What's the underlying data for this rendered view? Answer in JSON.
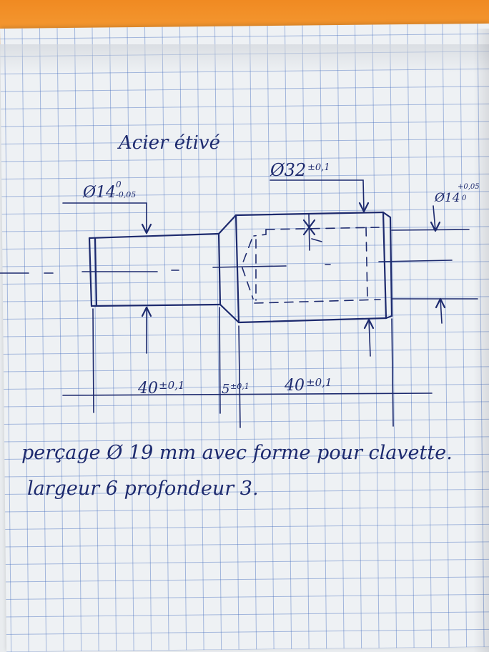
{
  "drawing": {
    "material": "Acier étivé",
    "dim_dia_left": "Ø14",
    "dim_dia_left_tol_upper": "0",
    "dim_dia_left_tol_lower": "-0,05",
    "dim_dia_main": "Ø32",
    "dim_dia_main_tol": "±0,1",
    "dim_dia_bore": "Ø14",
    "dim_dia_bore_tol_upper": "+0,05",
    "dim_dia_bore_tol_lower": "0",
    "dim_len_left": "40",
    "dim_len_left_tol": "±0,1",
    "dim_len_chamfer": "5",
    "dim_len_chamfer_tol": "±0,1",
    "dim_len_right": "40",
    "dim_len_right_tol": "±0,1",
    "note_line1": "perçage Ø 19 mm avec forme pour clavette.",
    "note_line2": "largeur 6 profondeur 3."
  },
  "colors": {
    "ink": "#1d2a6e",
    "grid": "#466ebe",
    "cover": "#f08a22"
  }
}
